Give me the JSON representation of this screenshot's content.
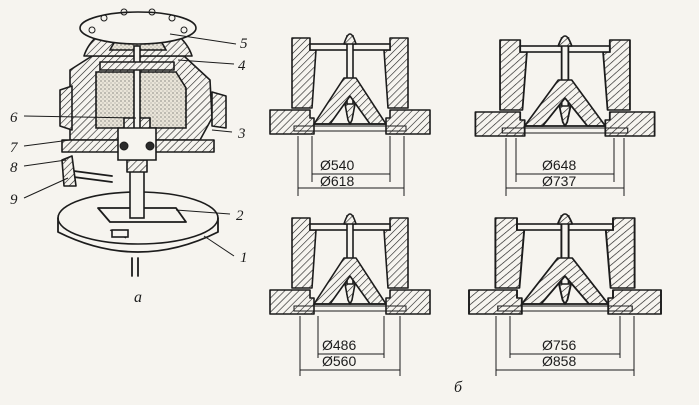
{
  "figure_a": {
    "caption": "а",
    "part_numbers": [
      "1",
      "2",
      "3",
      "4",
      "5",
      "6",
      "7",
      "8",
      "9"
    ]
  },
  "figure_b": {
    "caption": "б",
    "variants": [
      {
        "inner_dim": "Ø540",
        "outer_dim": "Ø618"
      },
      {
        "inner_dim": "Ø648",
        "outer_dim": "Ø737"
      },
      {
        "inner_dim": "Ø486",
        "outer_dim": "Ø560"
      },
      {
        "inner_dim": "Ø756",
        "outer_dim": "Ø858"
      }
    ]
  }
}
